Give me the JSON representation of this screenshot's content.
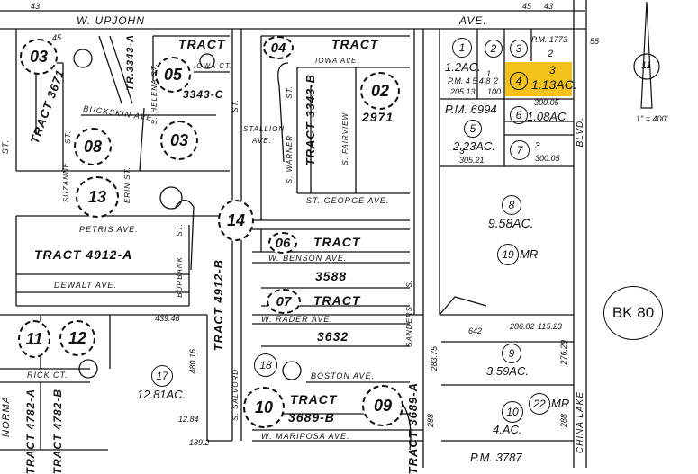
{
  "streets": {
    "upjohn": "W. UPJOHN",
    "upjohn_ave": "AVE.",
    "iowa_ct": "IOWA CT.",
    "iowa_ave": "IOWA     AVE.",
    "buckskin": "BUCKSKIN AVE.",
    "helena": "S. HELENA ST.",
    "stallion": "STALLION",
    "stallion_ave": "AVE.",
    "warner": "S. WARNER",
    "warner_st": "ST.",
    "fairview": "S. FAIRVIEW",
    "st_george": "ST. GEORGE   AVE.",
    "suzanne": "SUZANNE",
    "suzanne_st": "ST.",
    "erin": "ERIN  ST.",
    "petris": "PETRIS    AVE.",
    "burbank": "BURBANK",
    "burbank_st": "ST.",
    "dewalt": "DEWALT    AVE.",
    "benson": "W.  BENSON    AVE.",
    "sanders": "SANDERS",
    "sanders_s": "S.",
    "rader": "W.   RADER       AVE.",
    "rick": "RICK   CT.",
    "salvord": "S. SALVORD",
    "boston": "BOSTON     AVE.",
    "mariposa": "W.  MARIPOSA            AVE.",
    "norma": "NORMA",
    "blvd": "BLVD.",
    "china_lake": "CHINA  LAKE",
    "st_left": "ST.",
    "st_mid": "ST."
  },
  "tracts": {
    "t3671": "TRACT 3671",
    "t3343a": "TR.3343-A",
    "t_top": "TRACT",
    "t3343c": "3343-C",
    "t_iowa": "TRACT",
    "t3343b": "TRACT   3343-B",
    "t2971": "2971",
    "t4912a": "TRACT    4912-A",
    "t4912b": "TRACT        4912-B",
    "t_benson": "TRACT",
    "t3588": "3588",
    "t_rader": "TRACT",
    "t3632": "3632",
    "t3689b_1": "TRACT",
    "t3689b_2": "3689-B",
    "t3689a": "TRACT  3689-A",
    "t4782a": "TRACT 4782-A",
    "t4782b": "TRACT 4782-B"
  },
  "parcels_dashed": [
    "03",
    "05",
    "04",
    "02",
    "08",
    "03",
    "13",
    "14",
    "06",
    "07",
    "10",
    "09",
    "11",
    "12"
  ],
  "parcels_circled": [
    "1",
    "2",
    "3",
    "4",
    "5",
    "6",
    "7",
    "8",
    "9",
    "10",
    "18",
    "19",
    "22",
    "17"
  ],
  "acreage": {
    "p1": "1.2AC.",
    "p4": "1.13AC.",
    "p5": "2.23AC.",
    "p6": "1.08AC.",
    "p8": "9.58AC.",
    "p9": "3.59AC.",
    "p10": "4.AC.",
    "p17": "12.81AC.",
    "mr19": "MR",
    "mr22": "MR"
  },
  "numbers": {
    "n43a": "43",
    "n45a": "45",
    "n43b": "43",
    "n45b": "45",
    "n55": "55",
    "pm1773": "P.M. 1773",
    "pm6994": "P.M. 6994",
    "pm3787": "P.M. 3787",
    "pm4548": "P.M. 4 5 4 8",
    "lot3a": "3",
    "lot2": "2",
    "lot3b": "3",
    "lot3c": "3",
    "n1a": "1",
    "n2a": "2",
    "n20513": "205.13",
    "n100": "100",
    "n30005a": "300.05",
    "n30005b": "300.05",
    "n30521": "305.21",
    "n43946": "439.46",
    "n48016": "480.16",
    "n1284": "12.84",
    "n1892": "189.2",
    "n642": "642",
    "n28682": "286.82",
    "n11523": "115.23",
    "n27629": "276.29",
    "n28375": "283.75",
    "n288a": "288",
    "n288b": "288",
    "scale": "1\" = 400'",
    "n11": "11"
  },
  "book": "BK 80",
  "colors": {
    "highlight": "#f3c21b",
    "ink": "#111111"
  }
}
